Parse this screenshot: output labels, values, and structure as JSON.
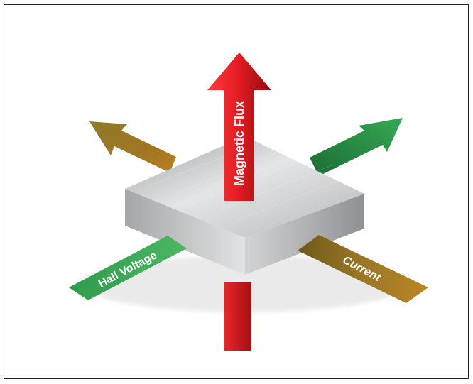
{
  "labels": {
    "magnetic_flux": "Magnetic Flux",
    "hall_voltage": "Hall Voltage",
    "current": "Current"
  },
  "colors": {
    "magnetic_flux": "#c8161d",
    "hall_voltage": "#2e9a48",
    "current": "#8c6a22",
    "plate": "#c9cbcd"
  }
}
